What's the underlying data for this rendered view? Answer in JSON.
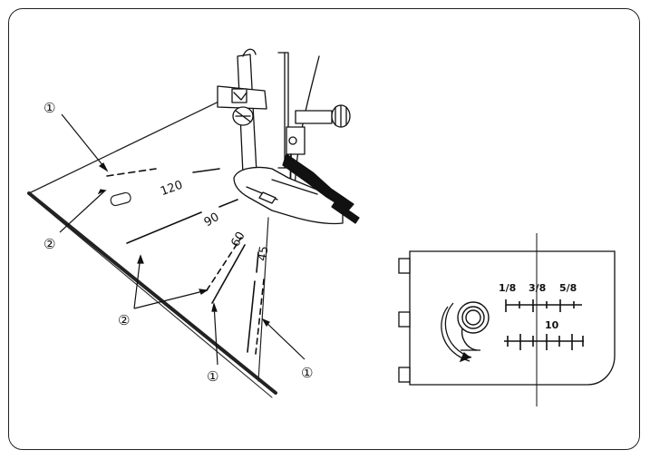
{
  "callout_labels": {
    "one_top": "①",
    "two_left": "②",
    "two_mid": "②",
    "one_mid": "①",
    "one_right": "①"
  },
  "angle_labels": {
    "a120": "120",
    "a90": "90",
    "a60": "60",
    "a45": "45"
  },
  "seam_guide": {
    "fractions": [
      "1/8",
      "3/8",
      "5/8"
    ],
    "metric": "10"
  },
  "colors": {
    "line": "#111111",
    "fabric_edge": "#222222",
    "background": "#ffffff"
  },
  "icons": [
    "presser-foot-icon",
    "bobbin-cover-icon",
    "rotation-arrow-icon"
  ]
}
